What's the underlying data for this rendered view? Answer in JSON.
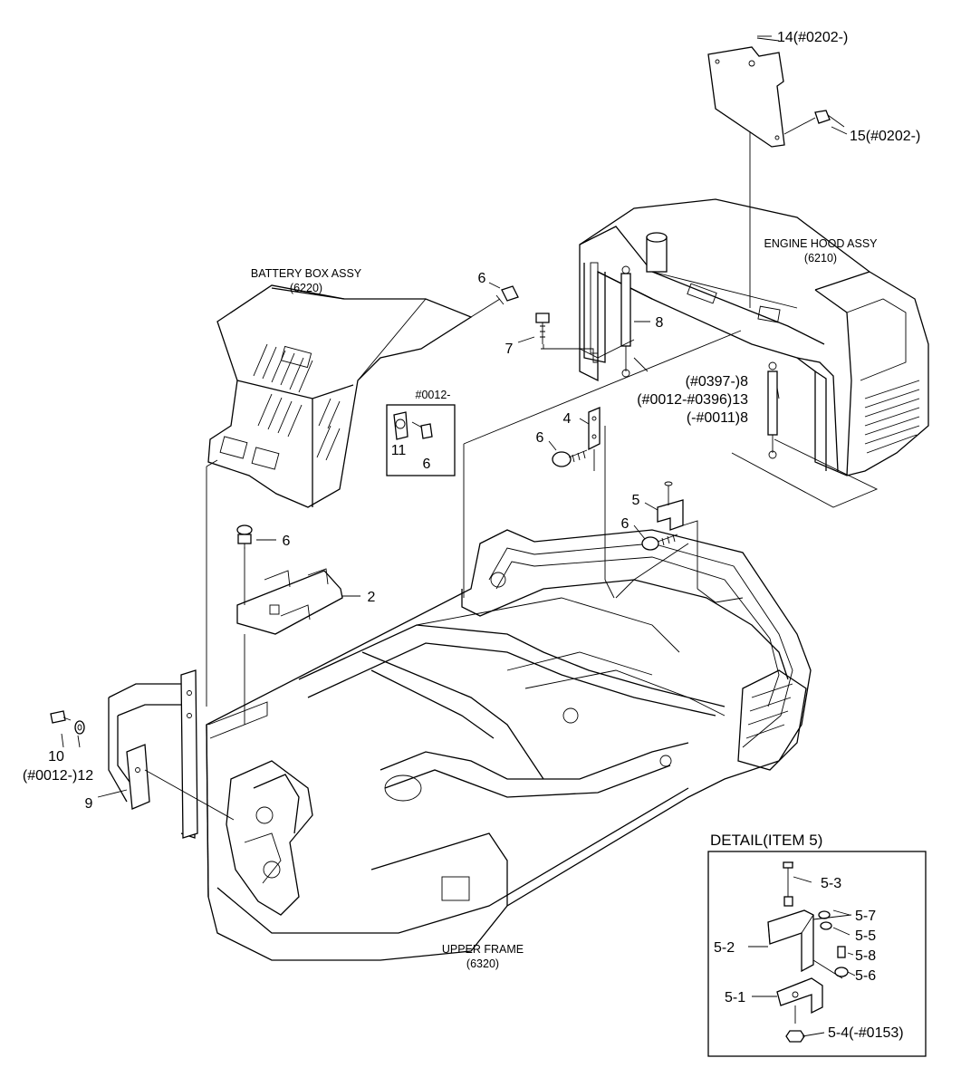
{
  "assemblies": {
    "battery_box": {
      "name": "BATTERY BOX ASSY",
      "code": "(6220)"
    },
    "engine_hood": {
      "name": "ENGINE HOOD ASSY",
      "code": "(6210)"
    },
    "upper_frame": {
      "name": "UPPER FRAME",
      "code": "(6320)"
    }
  },
  "callouts": {
    "c14": "14(#0202-)",
    "c15": "15(#0202-)",
    "c6_top": "6",
    "c7": "7",
    "c8": "8",
    "c4": "4",
    "c6_mid": "6",
    "c13a": "(#0397-)8",
    "c13b": "(#0012-#0396)13",
    "c13c": "(-#0011)8",
    "c5": "5",
    "c6_right": "6",
    "c6_left": "6",
    "c2": "2",
    "c10": "10",
    "c12": "(#0012-)12",
    "c9": "9"
  },
  "inset": {
    "serial": "#0012-",
    "item11": "11",
    "item6": "6"
  },
  "detail": {
    "title": "DETAIL(ITEM 5)",
    "labels": {
      "d53": "5-3",
      "d57": "5-7",
      "d55": "5-5",
      "d52": "5-2",
      "d58": "5-8",
      "d56": "5-6",
      "d51": "5-1",
      "d54": "5-4(-#0153)"
    }
  }
}
